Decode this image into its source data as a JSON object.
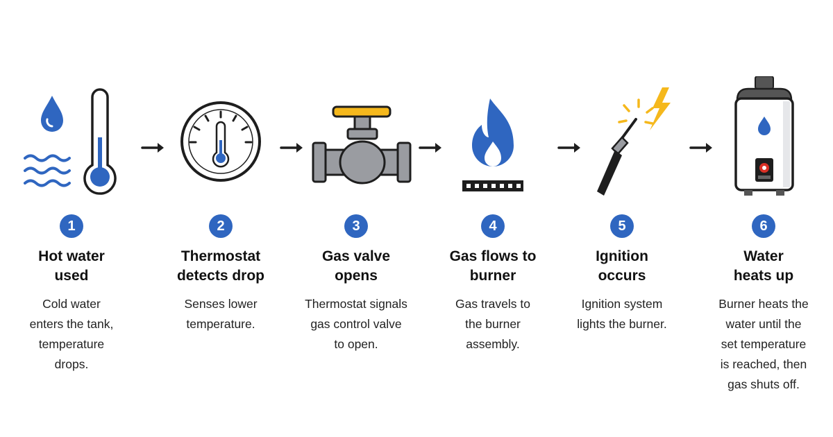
{
  "colors": {
    "accent": "#2f66c0",
    "outline": "#1e1e1e",
    "metal": "#9a9ca1",
    "handle": "#f5b81c"
  },
  "steps": [
    {
      "number": "1",
      "title_lines": [
        "Hot water",
        "used"
      ],
      "desc_lines": [
        "Cold water",
        "enters the tank,",
        "temperature",
        "drops."
      ],
      "icons": [
        "water-drop-icon",
        "waves-icon",
        "thermometer-icon"
      ]
    },
    {
      "number": "2",
      "title_lines": [
        "Thermostat",
        "detects drop"
      ],
      "desc_lines": [
        "Senses lower",
        "temperature."
      ],
      "icons": [
        "thermostat-dial-icon"
      ]
    },
    {
      "number": "3",
      "title_lines": [
        "Gas valve",
        "opens"
      ],
      "desc_lines": [
        "Thermostat signals",
        "gas control valve",
        "to open."
      ],
      "icons": [
        "gas-valve-icon"
      ]
    },
    {
      "number": "4",
      "title_lines": [
        "Gas flows to",
        "burner"
      ],
      "desc_lines": [
        "Gas travels to",
        "the burner",
        "assembly."
      ],
      "icons": [
        "flame-icon",
        "burner-icon"
      ]
    },
    {
      "number": "5",
      "title_lines": [
        "Ignition",
        "occurs"
      ],
      "desc_lines": [
        "Ignition system",
        "lights the burner."
      ],
      "icons": [
        "igniter-icon",
        "spark-icon",
        "lightning-icon"
      ]
    },
    {
      "number": "6",
      "title_lines": [
        "Water",
        "heats up"
      ],
      "desc_lines": [
        "Burner heats the",
        "water until the",
        "set temperature",
        "is reached, then",
        "gas shuts off."
      ],
      "icons": [
        "water-heater-icon"
      ]
    }
  ]
}
